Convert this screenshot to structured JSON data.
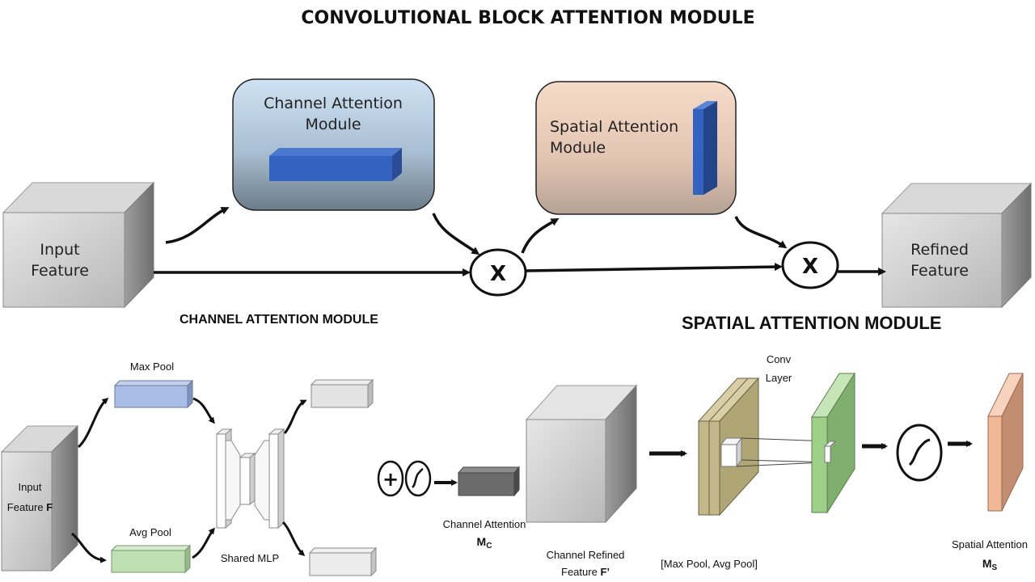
{
  "title": "CONVOLUTIONAL BLOCK ATTENTION MODULE",
  "top": {
    "input_feature": [
      "Input",
      "Feature"
    ],
    "channel_module": [
      "Channel Attention",
      "Module"
    ],
    "spatial_module": [
      "Spatial Attention",
      "Module"
    ],
    "refined_feature": [
      "Refined",
      "Feature"
    ],
    "multiply_symbol": "X"
  },
  "channel_section": {
    "heading": "CHANNEL ATTENTION MODULE",
    "max_pool": "Max Pool",
    "avg_pool": "Avg Pool",
    "shared_mlp": "Shared MLP",
    "input_label_1": "Input",
    "input_label_2": "Feature",
    "input_symbol": "F"
  },
  "spatial_section": {
    "heading": "SPATIAL ATTENTION MODULE",
    "plus_symbol": "+",
    "channel_attention_label": "Channel Attention",
    "channel_attention_symbol": "M",
    "channel_attention_sub": "C",
    "refined_label_1": "Channel Refined",
    "refined_label_2": "Feature",
    "refined_symbol": "F’",
    "conv_layer": [
      "Conv",
      "Layer"
    ],
    "pool_label": "[Max Pool, Avg Pool]",
    "spatial_attention_label": "Spatial Attention",
    "spatial_attention_symbol": "M",
    "spatial_attention_sub": "S"
  },
  "colors": {
    "channel_box_top": "#c7dcef",
    "channel_box_bottom": "#6b7d8c",
    "spatial_box_top": "#f3d6c4",
    "spatial_box_bottom": "#bda89a",
    "blue_bar": "#3560b8",
    "max_pool_box": "#a9bde6",
    "avg_pool_box": "#bfe0b3",
    "pool_slab": "#c4b88a",
    "conv_slab": "#9fd08a",
    "spatial_output": "#f0b896"
  }
}
